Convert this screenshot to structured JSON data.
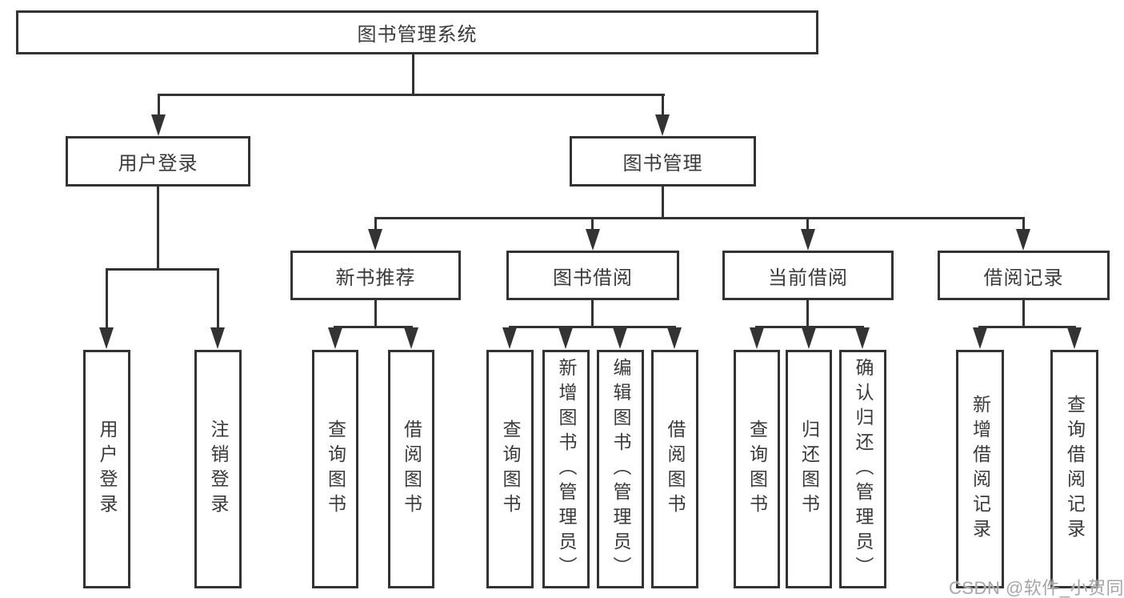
{
  "tree": {
    "label": "图书管理系统",
    "children": [
      {
        "label": "用户登录",
        "children": [
          {
            "label": "用户登录"
          },
          {
            "label": "注销登录"
          }
        ]
      },
      {
        "label": "图书管理",
        "children": [
          {
            "label": "新书推荐",
            "children": [
              {
                "label": "查询图书"
              },
              {
                "label": "借阅图书"
              }
            ]
          },
          {
            "label": "图书借阅",
            "children": [
              {
                "label": "查询图书"
              },
              {
                "label": "新增图书（管理员）"
              },
              {
                "label": "编辑图书（管理员）"
              },
              {
                "label": "借阅图书"
              }
            ]
          },
          {
            "label": "当前借阅",
            "children": [
              {
                "label": "查询图书"
              },
              {
                "label": "归还图书"
              },
              {
                "label": "确认归还（管理员）"
              }
            ]
          },
          {
            "label": "借阅记录",
            "children": [
              {
                "label": "新增借阅记录"
              },
              {
                "label": "查询借阅记录"
              }
            ]
          }
        ]
      }
    ]
  },
  "watermark": {
    "text": "CSDN @软件_小贺同学"
  },
  "colors": {
    "line": "#333333",
    "box_border": "#333333",
    "text": "#3a3a3a",
    "watermark": "#a6a6a6",
    "background": "#ffffff"
  }
}
